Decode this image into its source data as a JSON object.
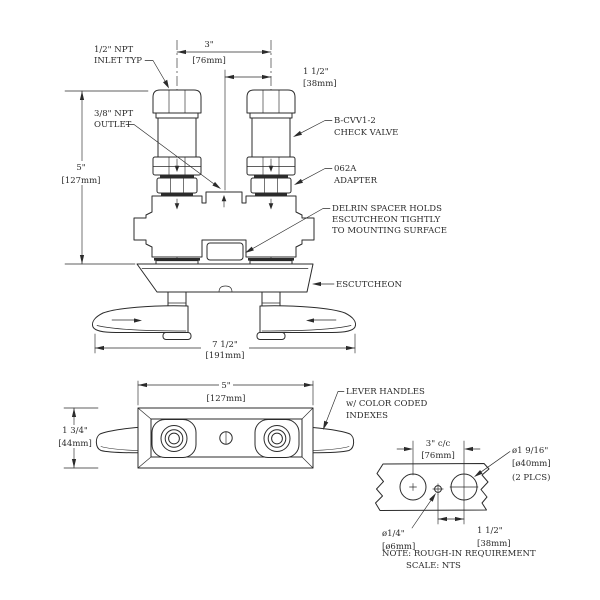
{
  "colors": {
    "ink": "#2b2b2b",
    "paper": "#ffffff"
  },
  "side_view": {
    "inlet_label": [
      "1/2\" NPT",
      "INLET TYP"
    ],
    "outlet_label": [
      "3/8\" NPT",
      "OUTLET"
    ],
    "check_valve_label": [
      "B-CVV1-2",
      "CHECK VALVE"
    ],
    "adapter_label": [
      "062A",
      "ADAPTER"
    ],
    "spacer_label": [
      "DELRIN SPACER HOLDS",
      "ESCUTCHEON TIGHTLY",
      "TO MOUNTING SURFACE"
    ],
    "escutcheon_label": "ESCUTCHEON",
    "dim_cc": [
      "3\"",
      "[76mm]"
    ],
    "dim_half": [
      "1 1/2\"",
      "[38mm]"
    ],
    "dim_height": [
      "5\"",
      "[127mm]"
    ],
    "dim_overall": [
      "7 1/2\"",
      "[191mm]"
    ]
  },
  "front_view": {
    "lever_label": [
      "LEVER HANDLES",
      "w/ COLOR CODED",
      "INDEXES"
    ],
    "dim_width": [
      "5\"",
      "[127mm]"
    ],
    "dim_height": [
      "1 3/4\"",
      "[44mm]"
    ]
  },
  "rough_in": {
    "dim_cc": [
      "3\" c/c",
      "[76mm]"
    ],
    "large_hole_label": [
      "ø1 9/16\"",
      "[ø40mm]",
      "(2 PLCS)"
    ],
    "small_hole_label": [
      "ø1/4\"",
      "[ø6mm]"
    ],
    "dim_offset": [
      "1 1/2\"",
      "[38mm]"
    ],
    "note_line1": "NOTE: ROUGH-IN REQUIREMENT",
    "note_line2": "SCALE:  NTS"
  }
}
